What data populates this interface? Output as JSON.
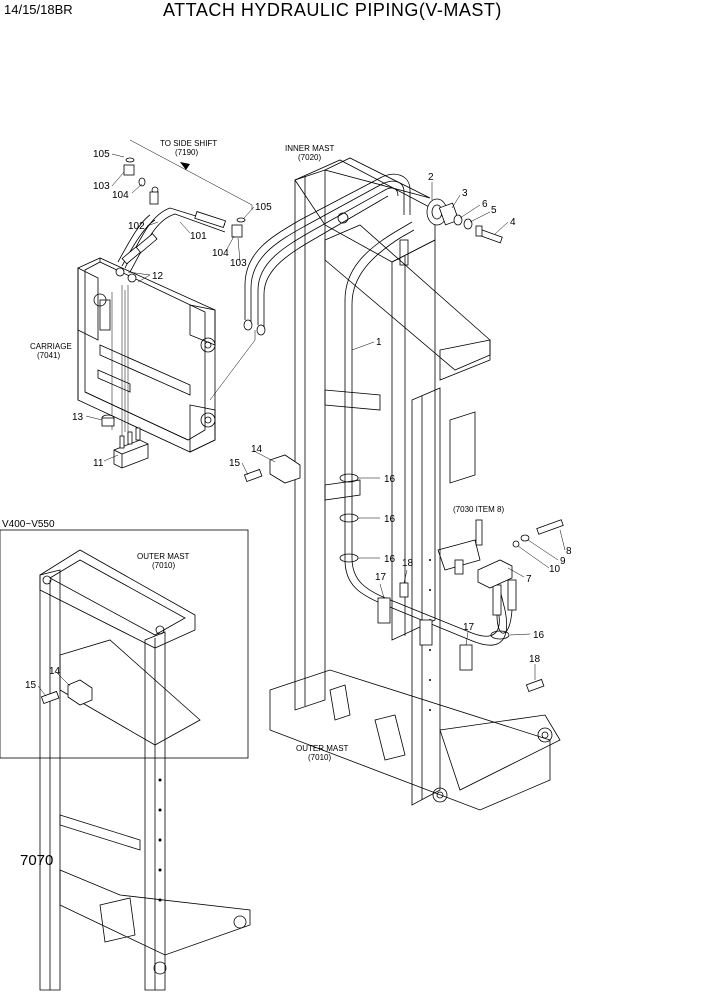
{
  "header": {
    "model": "14/15/18BR",
    "title": "ATTACH HYDRAULIC PIPING(V-MAST)"
  },
  "page_number": "7070",
  "notes": {
    "to_side_shift": "TO SIDE SHIFT",
    "to_side_shift_ref": "(7190)",
    "inner_mast": "INNER MAST",
    "inner_mast_ref": "(7020)",
    "carriage": "CARRIAGE",
    "carriage_ref": "(7041)",
    "item_ref": "(7030 ITEM 8)",
    "outer_mast": "OUTER MAST",
    "outer_mast_ref": "(7010)",
    "inset_range": "V400~V550",
    "inset_outer_mast": "OUTER MAST",
    "inset_outer_mast_ref": "(7010)"
  },
  "callouts": {
    "c105a": "105",
    "c103a": "103",
    "c104a": "104",
    "c102": "102",
    "c101": "101",
    "c105b": "105",
    "c104b": "104",
    "c103b": "103",
    "c12": "12",
    "c13": "13",
    "c11": "11",
    "c2": "2",
    "c3": "3",
    "c6": "6",
    "c5": "5",
    "c4": "4",
    "c1": "1",
    "c14": "14",
    "c15": "15",
    "c16a": "16",
    "c16b": "16",
    "c16c": "16",
    "c16d": "16",
    "c8": "8",
    "c9": "9",
    "c10": "10",
    "c7": "7",
    "c17a": "17",
    "c17b": "17",
    "c18a": "18",
    "c18b": "18",
    "c14i": "14",
    "c15i": "15"
  }
}
